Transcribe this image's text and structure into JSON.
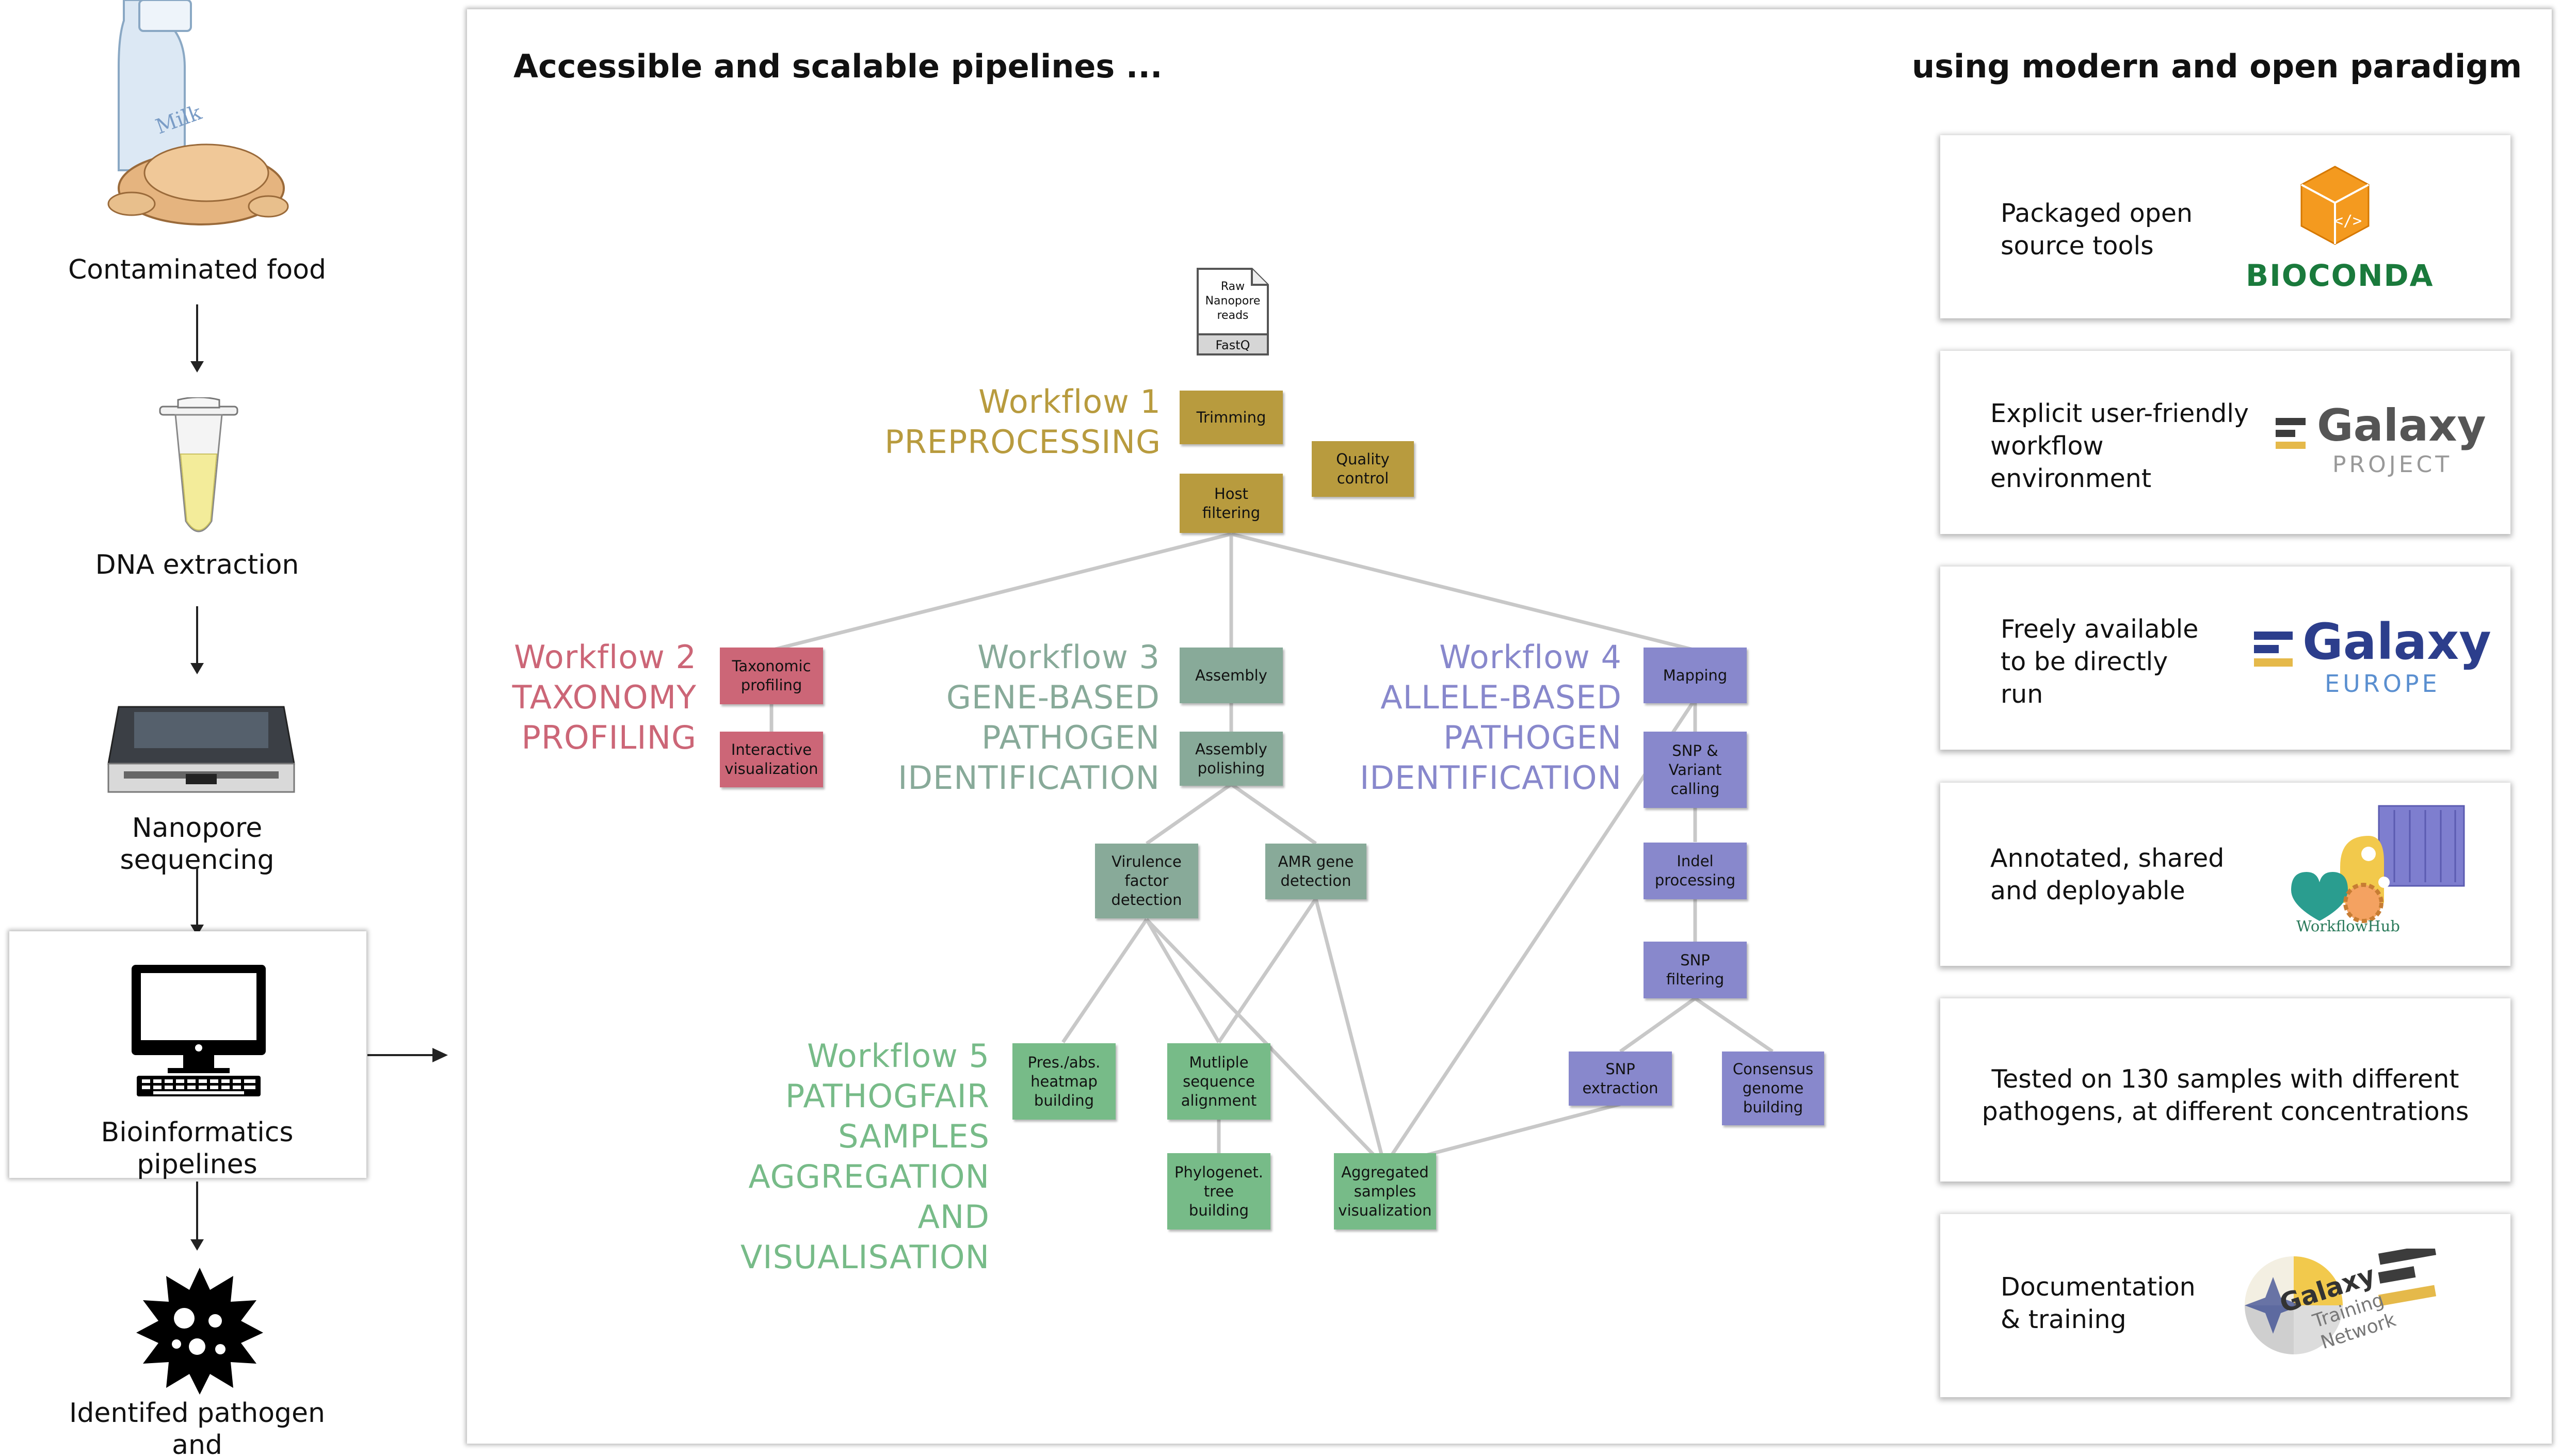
{
  "left_column": {
    "stages": [
      {
        "label": "Contaminated food"
      },
      {
        "label": "DNA extraction"
      },
      {
        "label": "Nanopore sequencing"
      },
      {
        "label": "Bioinformatics pipelines"
      },
      {
        "label": "Identifed pathogen and\ncontamination source"
      }
    ],
    "milk_label": "Milk"
  },
  "main_panel": {
    "heading_left": "Accessible and scalable pipelines ...",
    "heading_right": "using modern and open paradigm"
  },
  "input_file": {
    "label": "Raw\nNanopore\nreads",
    "format": "FastQ"
  },
  "workflows": [
    {
      "title": "Workflow 1\nPREPROCESSING",
      "color": "#b89b3e"
    },
    {
      "title": "Workflow 2\nTAXONOMY\nPROFILING",
      "color": "#cc6677"
    },
    {
      "title": "Workflow 3\nGENE-BASED\nPATHOGEN\nIDENTIFICATION",
      "color": "#88aa99"
    },
    {
      "title": "Workflow 4\nALLELE-BASED\nPATHOGEN\nIDENTIFICATION",
      "color": "#8888cc"
    },
    {
      "title": "Workflow 5\nPATHOGFAIR\nSAMPLES\nAGGREGATION\nAND \nVISUALISATION",
      "color": "#77bb88"
    }
  ],
  "steps": {
    "trimming": "Trimming",
    "host_filtering": "Host\nfiltering",
    "quality_control": "Quality\ncontrol",
    "taxonomic_profiling": "Taxonomic\nprofiling",
    "interactive_visualization": "Interactive\nvisualization",
    "assembly": "Assembly",
    "assembly_polishing": "Assembly\npolishing",
    "virulence_factor_detection": "Virulence\nfactor\ndetection",
    "amr_gene_detection": "AMR gene\ndetection",
    "mapping": "Mapping",
    "snp_variant_calling": "SNP &\nVariant\ncalling",
    "indel_processing": "Indel\nprocessing",
    "snp_filtering": "SNP\nfiltering",
    "snp_extraction": "SNP\nextraction",
    "consensus_genome_building": "Consensus\ngenome\nbuilding",
    "heatmap_building": "Pres./abs.\nheatmap\nbuilding",
    "multiple_sequence_alignment": "Mutliple\nsequence\nalignment",
    "phylogenetic_tree_building": "Phylogenet.\ntree\nbuilding",
    "aggregated_samples_visualization": "Aggregated\nsamples\nvisualization"
  },
  "step_colors": {
    "preprocessing": "#b89b3e",
    "taxonomy": "#cc6677",
    "gene_based": "#88aa99",
    "allele_based": "#8888cc",
    "aggregation": "#77bb88"
  },
  "cards": [
    {
      "text": "Packaged open\nsource tools",
      "logo_text": "BIOCONDA",
      "logo_name": "bioconda-logo"
    },
    {
      "text": "Explicit user-friendly\nworkflow\nenvironment",
      "logo_text": "Galaxy",
      "logo_subtext": "PROJECT",
      "logo_name": "galaxy-project-logo"
    },
    {
      "text": "Freely available\nto be directly\nrun",
      "logo_text": "Galaxy",
      "logo_subtext": "EUROPE",
      "logo_name": "galaxy-europe-logo"
    },
    {
      "text": "Annotated, shared\nand deployable",
      "logo_text": "WorkflowHub",
      "logo_name": "workflowhub-logo"
    },
    {
      "text": "Tested on 130 samples with different\npathogens, at different concentrations"
    },
    {
      "text": "Documentation\n& training",
      "logo_text": "Galaxy",
      "logo_subtext": "Training",
      "logo_subtext2": "Network",
      "logo_name": "galaxy-training-network-logo"
    }
  ]
}
